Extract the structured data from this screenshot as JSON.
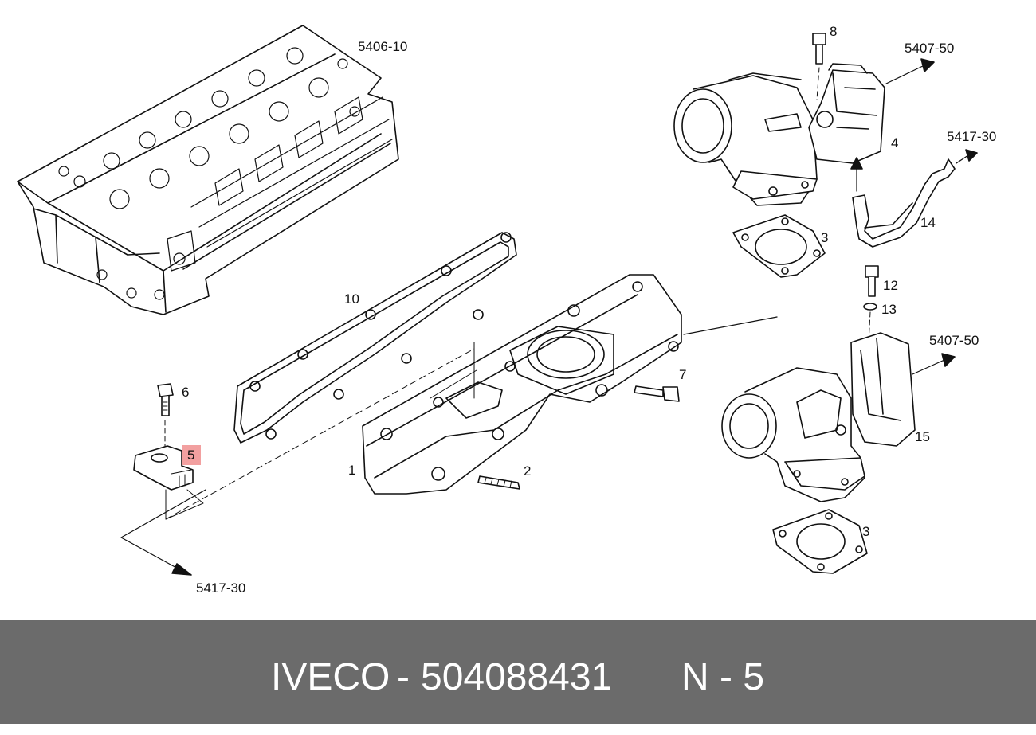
{
  "labels": {
    "head_ref": "5406-10",
    "egr_ref_top": "5407-50",
    "pipe_ref": "5417-30",
    "egr_ref_bottom": "5407-50",
    "sensor_ref": "5417-30",
    "n1": "1",
    "n2": "2",
    "n3a": "3",
    "n3b": "3",
    "n4": "4",
    "n5": "5",
    "n6": "6",
    "n7": "7",
    "n8": "8",
    "n10": "10",
    "n12": "12",
    "n13": "13",
    "n14": "14",
    "n15": "15"
  },
  "footer": {
    "brand": "IVECO",
    "separator": "-",
    "part_number": "504088431",
    "position": "N - 5"
  },
  "colors": {
    "footer_bg": "#6b6b6b",
    "highlight": "#f2a0a0",
    "line": "#111111"
  }
}
